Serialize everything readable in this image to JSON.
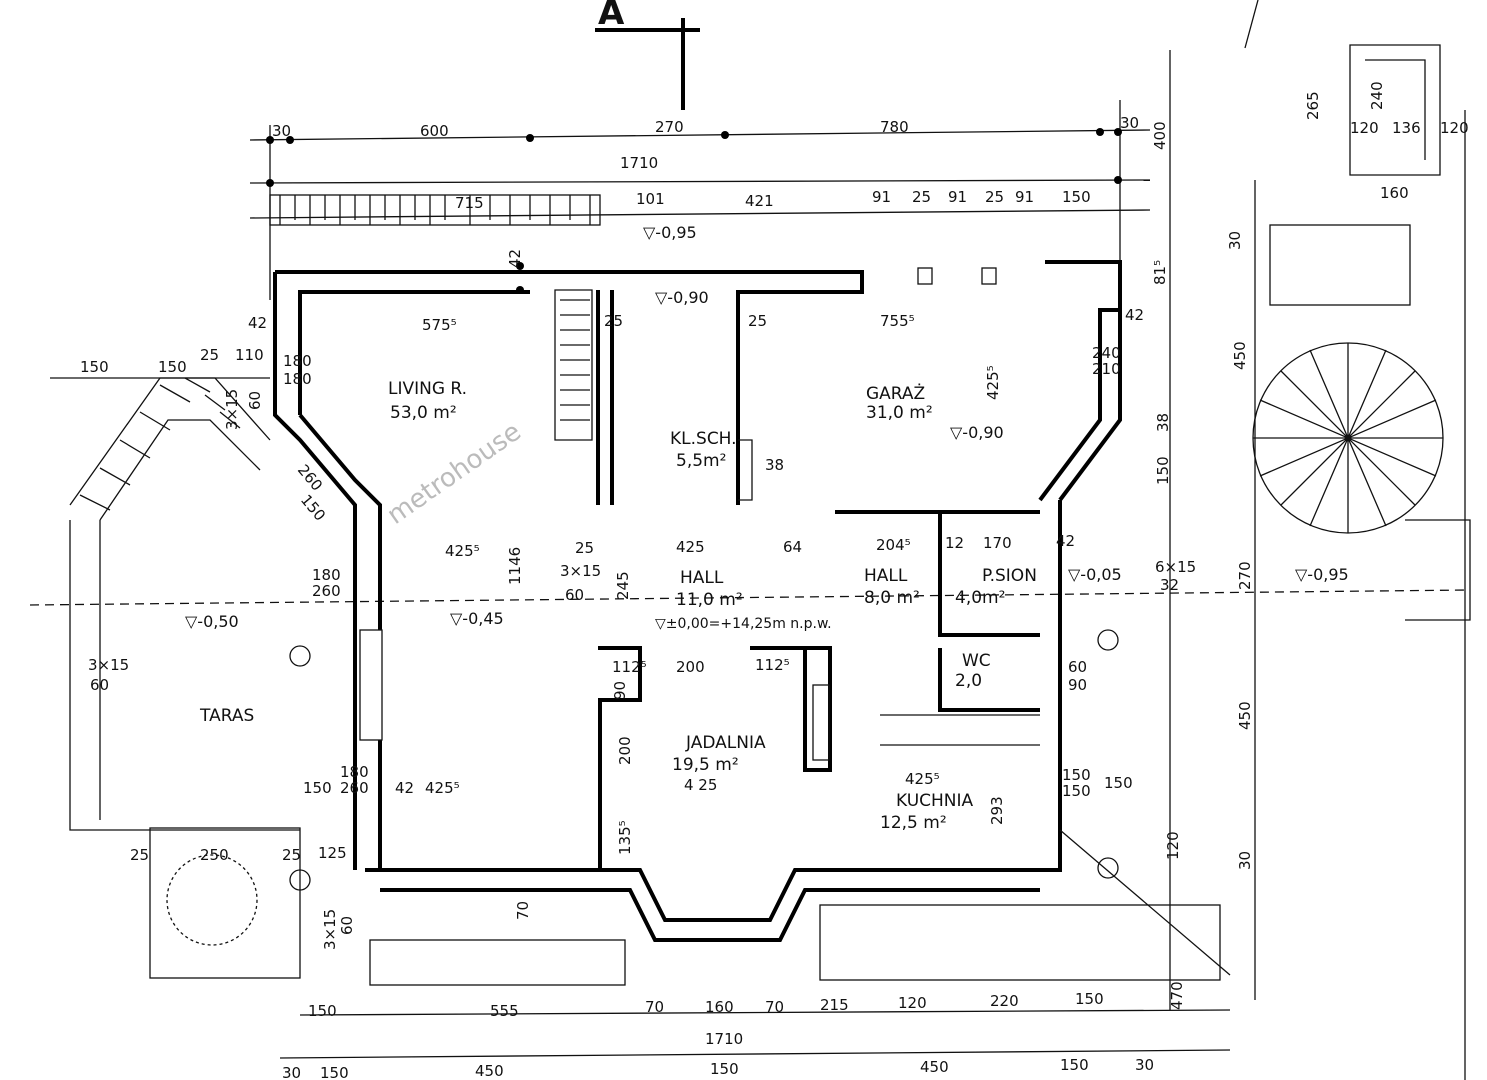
{
  "section_marker": "A",
  "watermark": "metrohouse",
  "rooms": [
    {
      "name": "LIVING R.",
      "area": "53,0 m²"
    },
    {
      "name": "GARAŻ",
      "area": "31,0 m²"
    },
    {
      "name": "KL.SCH.",
      "area": "5,5m²"
    },
    {
      "name": "HALL",
      "area": "11,0 m²"
    },
    {
      "name": "HALL",
      "area": "8,0 m²"
    },
    {
      "name": "P.SION",
      "area": "4,0m²"
    },
    {
      "name": "WC",
      "area": "2,0"
    },
    {
      "name": "JADALNIA",
      "area": "19,5 m²"
    },
    {
      "name": "KUCHNIA",
      "area": "12,5 m²"
    },
    {
      "name": "TARAS",
      "area": ""
    }
  ],
  "levels": [
    "▽-0,95",
    "▽-0,90",
    "▽-0,90",
    "▽-0,50",
    "▽-0,45",
    "▽-0,05",
    "▽-0,95",
    "▽±0,00=+14,25m n.p.w."
  ],
  "dims_top": [
    "30",
    "600",
    "270",
    "780",
    "30",
    "1710",
    "715",
    "101",
    "421",
    "91",
    "25",
    "91",
    "25",
    "91",
    "150",
    "400",
    "265",
    "240",
    "120",
    "136",
    "120",
    "160"
  ],
  "dims_inner": [
    "575⁵",
    "755⁵",
    "425⁵",
    "425⁵",
    "425⁵",
    "425⁵",
    "1146",
    "42",
    "42",
    "42",
    "25",
    "25",
    "25",
    "204⁵",
    "12",
    "170",
    "42",
    "64",
    "425",
    "245",
    "200",
    "112⁵",
    "112⁵",
    "90",
    "200",
    "4 25",
    "135⁵",
    "293",
    "240",
    "210",
    "180",
    "180",
    "180",
    "260",
    "150",
    "260",
    "3×15",
    "60",
    "3×15",
    "60",
    "42",
    "38",
    "38",
    "81⁵",
    "30",
    "450",
    "150",
    "270",
    "450",
    "30",
    "120",
    "150",
    "150",
    "150",
    "60",
    "90",
    "6×15",
    "32"
  ],
  "dims_left": [
    "150",
    "150",
    "25",
    "110",
    "180",
    "260",
    "150",
    "3×15",
    "60",
    "25",
    "250",
    "25",
    "125",
    "3×15",
    "60",
    "70"
  ],
  "dims_bottom": [
    "150",
    "555",
    "70",
    "160",
    "70",
    "215",
    "120",
    "220",
    "150",
    "470",
    "1710",
    "30",
    "150",
    "450",
    "150",
    "450",
    "150",
    "30"
  ]
}
